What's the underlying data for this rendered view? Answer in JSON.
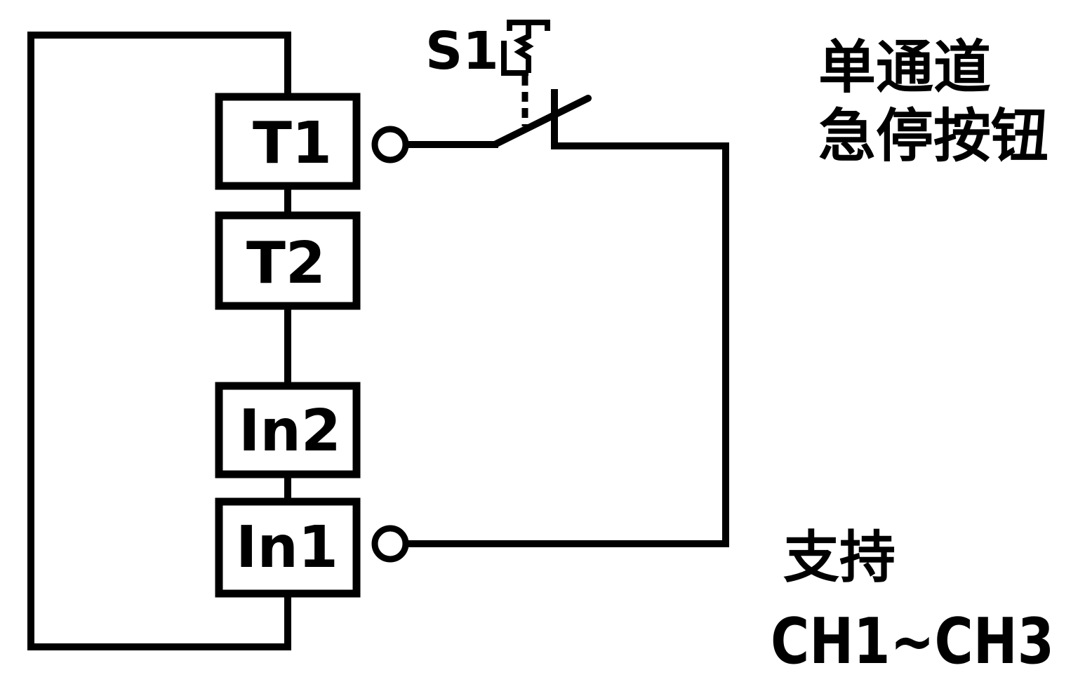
{
  "diagram": {
    "terminals": [
      {
        "label": "T1"
      },
      {
        "label": "T2"
      },
      {
        "label": "In2"
      },
      {
        "label": "In1"
      }
    ],
    "switch_label": "S1",
    "title_line1": "单通道",
    "title_line2": "急停按钮",
    "support_label": "支持",
    "channel_label": "CH1~CH3"
  }
}
